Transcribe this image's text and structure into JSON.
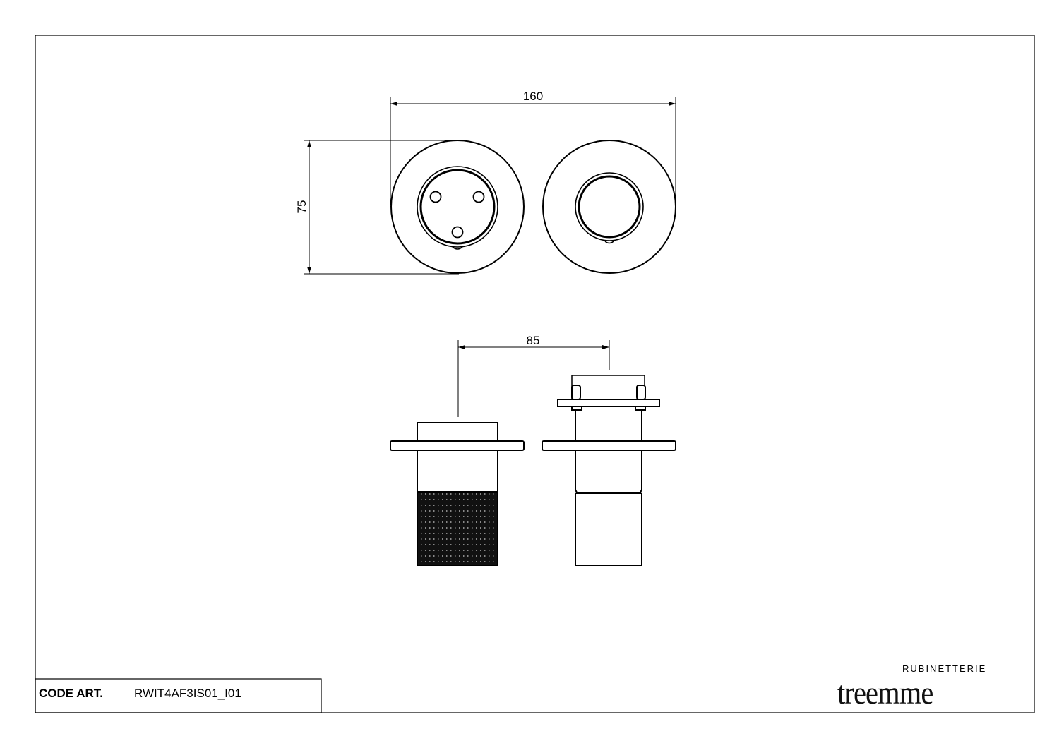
{
  "drawing": {
    "dimensions": {
      "overall_width": "160",
      "height": "75",
      "center_distance": "85"
    }
  },
  "title_block": {
    "code_label": "CODE ART.",
    "code_value": "RWIT4AF3IS01_I01"
  },
  "logo": {
    "tagline": "RUBINETTERIE",
    "brand": "treemme"
  }
}
